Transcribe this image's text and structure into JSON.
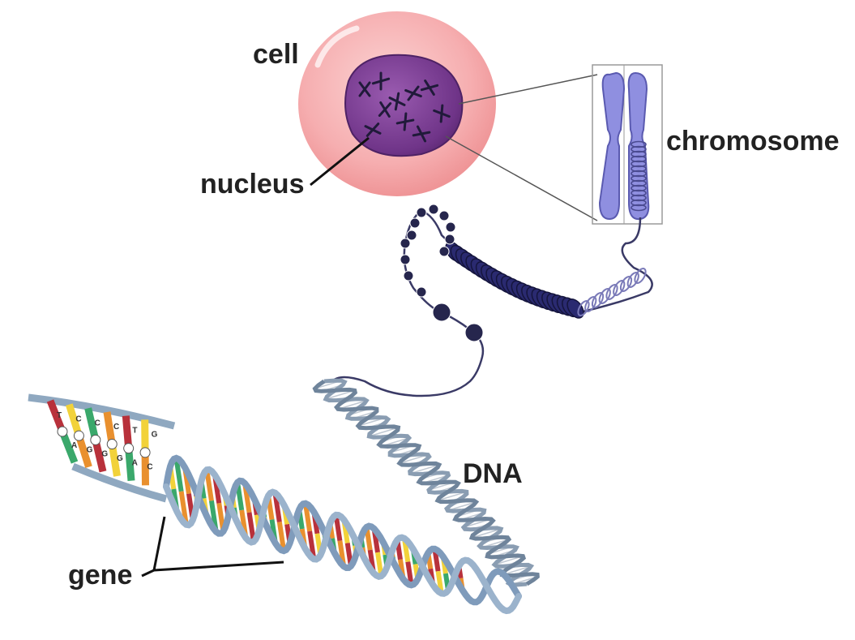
{
  "labels": {
    "cell": "cell",
    "nucleus": "nucleus",
    "chromosome": "chromosome",
    "dna": "DNA",
    "gene": "gene"
  },
  "base_letters": [
    "T",
    "A",
    "C",
    "G",
    "C",
    "G",
    "C",
    "G",
    "T",
    "A",
    "G",
    "C"
  ],
  "colors": {
    "cytoplasm": "#f7b3b3",
    "cytoplasm_edge": "#f19a9a",
    "nucleus": "#7b3f91",
    "chromosome": "#8f8fe0",
    "chromatin": "#2a2a70",
    "dna_strand": "#9ab0c8",
    "base_red": "#b8313b",
    "base_yellow": "#f2d23a",
    "base_green": "#3aa86b",
    "base_orange": "#e9902e",
    "label_text": "#222222"
  }
}
